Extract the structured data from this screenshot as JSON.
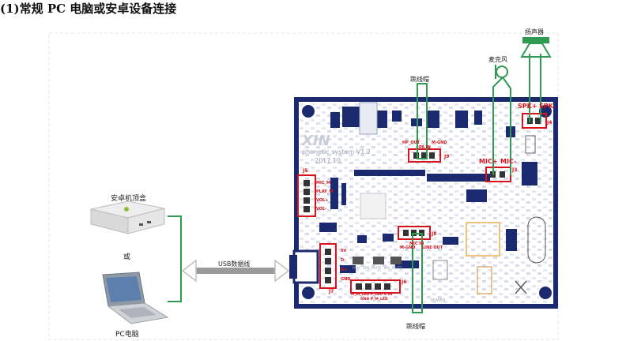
{
  "heading": "(1)常规 PC 电脑或安卓设备连接",
  "devices": {
    "android_box": "安卓机顶盒",
    "or": "或",
    "pc": "PC电脑"
  },
  "cable": {
    "label": "USB数据线"
  },
  "labels": {
    "speaker": "扬声器",
    "mic": "麦克风",
    "jumper_top": "跳线帽",
    "jumper_bottom": "跳线帽",
    "spk_plus": "SPK+",
    "spk_minus": "SPK-",
    "mic_plus": "MIC+",
    "mic_minus": "MIC-"
  },
  "board": {
    "brand": "XIN",
    "subtitle": "phonetic system V1.2",
    "date": "2017.10",
    "headers": {
      "j5": "J5",
      "j5_pins": [
        "MIC_M",
        "PLAY_M",
        "VOL+",
        "VOL-"
      ],
      "j9": "J9",
      "j9_left": "HP_OUT",
      "j9_right": "M-GND",
      "j9_mid": "PA IN",
      "j3": "J3",
      "j4": "J4",
      "j8": "J8",
      "j8_left": "M-GND",
      "j8_mid": "MIC IN",
      "j8_right": "LINE OUT",
      "j7": "J7",
      "j7_pins": [
        "5V",
        "D-",
        "D+",
        "GND"
      ],
      "j6": "J6",
      "j6_top": [
        "M_M_LED",
        "P_LED",
        "3.3V"
      ],
      "j6_bottom": [
        "GND",
        "P_M_LED"
      ],
      "bottom_small": [
        "PALY",
        "SPK_MUTE",
        "MIC_MUTE"
      ],
      "power": "POWER"
    }
  },
  "colors": {
    "board": "#1b2a6e",
    "wire": "#2e9a52",
    "accent": "#d8131b",
    "cable": "#9a9a9a"
  }
}
